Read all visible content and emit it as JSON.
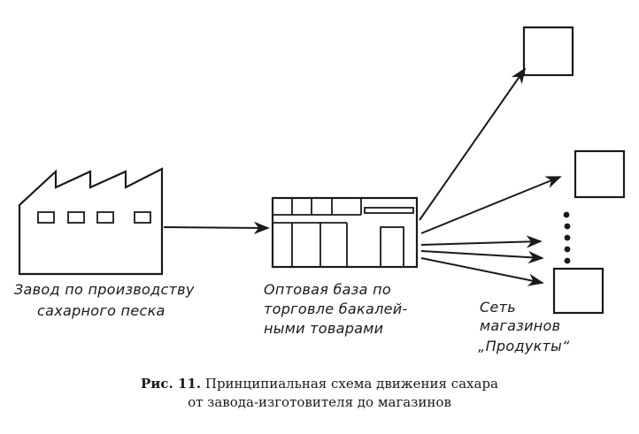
{
  "labels": {
    "factory": [
      "Завод по производству",
      "сахарного песка"
    ],
    "wholesale": [
      "Оптовая база по",
      "торговле бакалей-",
      "ными товарами"
    ],
    "shops": [
      "Сеть",
      "магазинов",
      "„Продукты“"
    ]
  },
  "caption": {
    "figure_label": "Рис. 11.",
    "line1": "Принципиальная схема движения сахара",
    "line2": "от завода-изготовителя до магазинов"
  }
}
